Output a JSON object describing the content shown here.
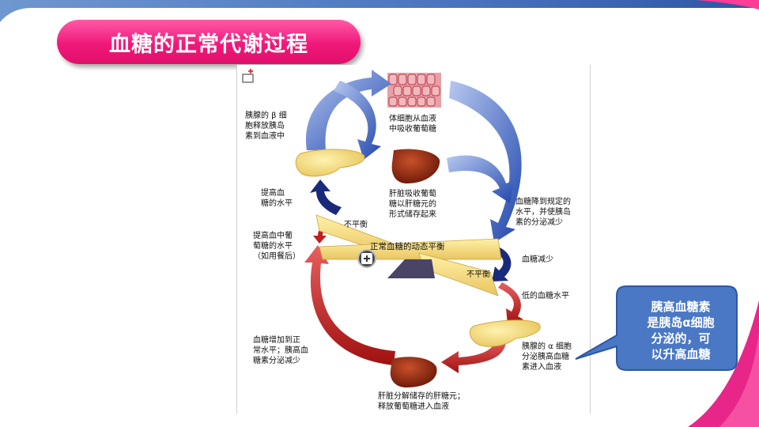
{
  "slide": {
    "title": "血糖的正常代谢过程"
  },
  "diagram": {
    "labels": {
      "cells_absorb": "体细胞从血液\n中吸收葡萄糖",
      "beta_release": "胰腺的 β 细\n胞释放胰岛\n素到血液中",
      "liver_store": "肝脏吸收葡萄\n糖以肝糖元的\n形式储存起来",
      "raise_level": "提高血\n糖的水平",
      "raise_after_meal": "提高血中葡\n萄糖的水平\n（如用餐后）",
      "drop_normal": "血糖降到规定的\n水平，并使胰岛\n素的分泌减少",
      "imbalance_top": "不平衡",
      "balance": "正常血糖的动态平衡",
      "imbalance_bottom": "不平衡",
      "glucose_decrease": "血糖减少",
      "low_level": "低的血糖水平",
      "alpha_secrete": "胰腺的 α 细胞\n分泌胰高血糖\n素进入血液",
      "increase_normal": "血糖增加到正\n常水平；胰高血\n糖素分泌减少",
      "liver_release": "肝脏分解储存的肝糖元；\n释放葡萄糖进入血液"
    }
  },
  "callout": {
    "text": "胰高血糖素\n是胰岛α细胞\n分泌的，可\n以升高血糖"
  },
  "colors": {
    "title_pink": "#f0187a",
    "callout_blue": "#4a78c4",
    "blue_arrow": "#2e55b8",
    "red_arrow": "#b01818"
  }
}
